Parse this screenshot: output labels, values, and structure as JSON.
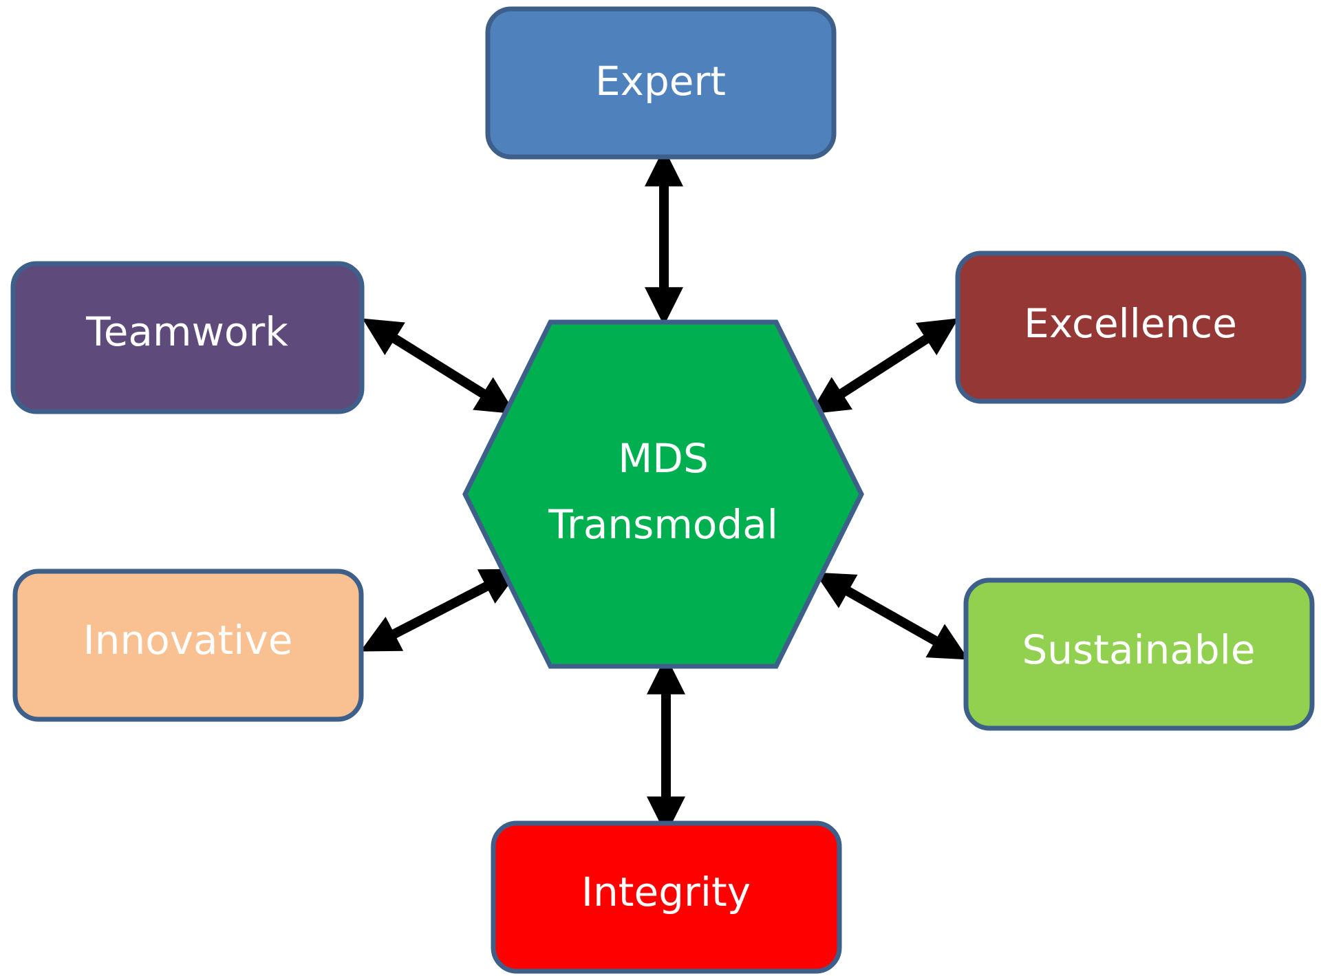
{
  "diagram": {
    "hub": {
      "line1": "MDS",
      "line2": "Transmodal",
      "fill": "#00b050",
      "stroke": "#3e5f8a"
    },
    "nodes": {
      "expert": {
        "label": "Expert",
        "fill": "#4f81bd"
      },
      "teamwork": {
        "label": "Teamwork",
        "fill": "#5f4b7b"
      },
      "excellence": {
        "label": "Excellence",
        "fill": "#953735"
      },
      "innovative": {
        "label": "Innovative",
        "fill": "#f9c191"
      },
      "sustainable": {
        "label": "Sustainable",
        "fill": "#92d050"
      },
      "integrity": {
        "label": "Integrity",
        "fill": "#ff0000"
      }
    },
    "border_color": "#3e5f8a",
    "arrow_color": "#000000"
  }
}
